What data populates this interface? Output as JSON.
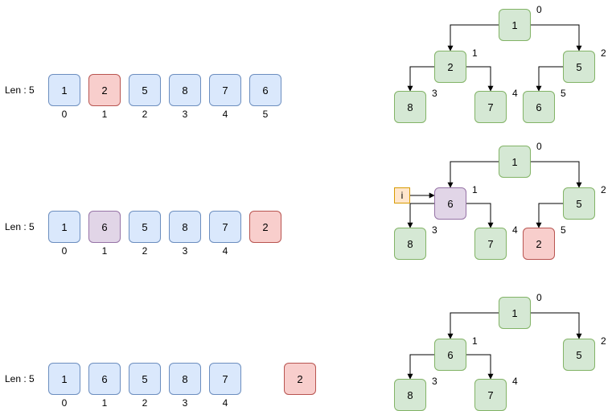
{
  "len_label": "Len : 5",
  "rows": [
    {
      "cells": [
        {
          "value": "1",
          "index": "0",
          "color": "blue"
        },
        {
          "value": "2",
          "index": "1",
          "color": "red"
        },
        {
          "value": "5",
          "index": "2",
          "color": "blue"
        },
        {
          "value": "8",
          "index": "3",
          "color": "blue"
        },
        {
          "value": "7",
          "index": "4",
          "color": "blue"
        },
        {
          "value": "6",
          "index": "5",
          "color": "blue"
        }
      ],
      "extra": null
    },
    {
      "cells": [
        {
          "value": "1",
          "index": "0",
          "color": "blue"
        },
        {
          "value": "6",
          "index": "1",
          "color": "purple"
        },
        {
          "value": "5",
          "index": "2",
          "color": "blue"
        },
        {
          "value": "8",
          "index": "3",
          "color": "blue"
        },
        {
          "value": "7",
          "index": "4",
          "color": "blue"
        },
        {
          "value": "2",
          "index": "",
          "color": "red"
        }
      ],
      "extra": null
    },
    {
      "cells": [
        {
          "value": "1",
          "index": "0",
          "color": "blue"
        },
        {
          "value": "6",
          "index": "1",
          "color": "blue"
        },
        {
          "value": "5",
          "index": "2",
          "color": "blue"
        },
        {
          "value": "8",
          "index": "3",
          "color": "blue"
        },
        {
          "value": "7",
          "index": "4",
          "color": "blue"
        }
      ],
      "extra": {
        "value": "2",
        "color": "red"
      }
    }
  ],
  "trees": [
    {
      "nodes": [
        {
          "value": "1",
          "index": "0",
          "color": "green"
        },
        {
          "value": "2",
          "index": "1",
          "color": "green"
        },
        {
          "value": "5",
          "index": "2",
          "color": "green"
        },
        {
          "value": "8",
          "index": "3",
          "color": "green"
        },
        {
          "value": "7",
          "index": "4",
          "color": "green"
        },
        {
          "value": "6",
          "index": "5",
          "color": "green"
        }
      ],
      "pointer": null
    },
    {
      "nodes": [
        {
          "value": "1",
          "index": "0",
          "color": "green"
        },
        {
          "value": "6",
          "index": "1",
          "color": "purple"
        },
        {
          "value": "5",
          "index": "2",
          "color": "green"
        },
        {
          "value": "8",
          "index": "3",
          "color": "green"
        },
        {
          "value": "7",
          "index": "4",
          "color": "green"
        },
        {
          "value": "2",
          "index": "5",
          "color": "red"
        }
      ],
      "pointer": {
        "label": "i",
        "target": 1
      }
    },
    {
      "nodes": [
        {
          "value": "1",
          "index": "0",
          "color": "green"
        },
        {
          "value": "6",
          "index": "1",
          "color": "green"
        },
        {
          "value": "5",
          "index": "2",
          "color": "green"
        },
        {
          "value": "8",
          "index": "3",
          "color": "green"
        },
        {
          "value": "7",
          "index": "4",
          "color": "green"
        }
      ],
      "pointer": null
    }
  ]
}
